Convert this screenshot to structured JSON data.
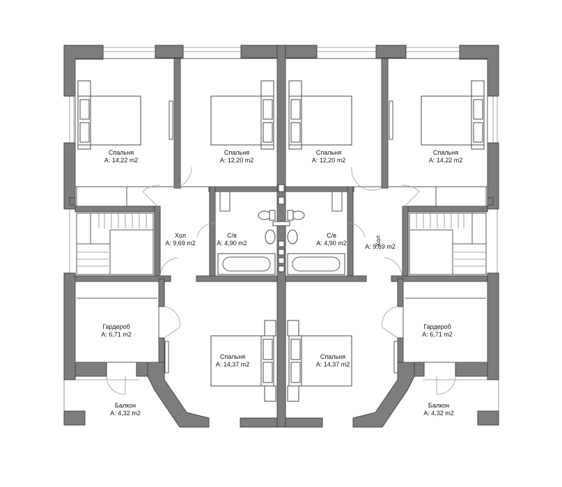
{
  "plan": {
    "rooms": [
      {
        "id": "bedroom-1",
        "name": "Спальня",
        "area": "A: 14,22 m2"
      },
      {
        "id": "bedroom-2",
        "name": "Спальня",
        "area": "A: 12,20 m2"
      },
      {
        "id": "bedroom-3",
        "name": "Спальня",
        "area": "A: 12,20 m2"
      },
      {
        "id": "bedroom-4",
        "name": "Спальня",
        "area": "A: 14,22 m2"
      },
      {
        "id": "hall-left",
        "name": "Хол",
        "area": "A: 9,69 m2"
      },
      {
        "id": "bath-left",
        "name": "С/в",
        "area": "A: 4,90 m2"
      },
      {
        "id": "bath-right",
        "name": "С/в",
        "area": "A: 4,90 m2"
      },
      {
        "id": "hall-right",
        "name": "Хол",
        "area": "A: 9,69 m2"
      },
      {
        "id": "wardrobe-left",
        "name": "Гардероб",
        "area": "A: 6,71 m2"
      },
      {
        "id": "bedroom-5",
        "name": "Спальня",
        "area": "A: 14,37 m2"
      },
      {
        "id": "bedroom-6",
        "name": "Спальня",
        "area": "A: 14,37 m2"
      },
      {
        "id": "wardrobe-right",
        "name": "Гардероб",
        "area": "A: 6,71 m2"
      },
      {
        "id": "balcony-left",
        "name": "Балкон",
        "area": "A: 4,32 m2"
      },
      {
        "id": "balcony-right",
        "name": "Балкон",
        "area": "A: 4,32 m2"
      }
    ]
  },
  "colors": {
    "wall": "#7d7d7d",
    "line": "#555555",
    "background": "#ffffff"
  }
}
